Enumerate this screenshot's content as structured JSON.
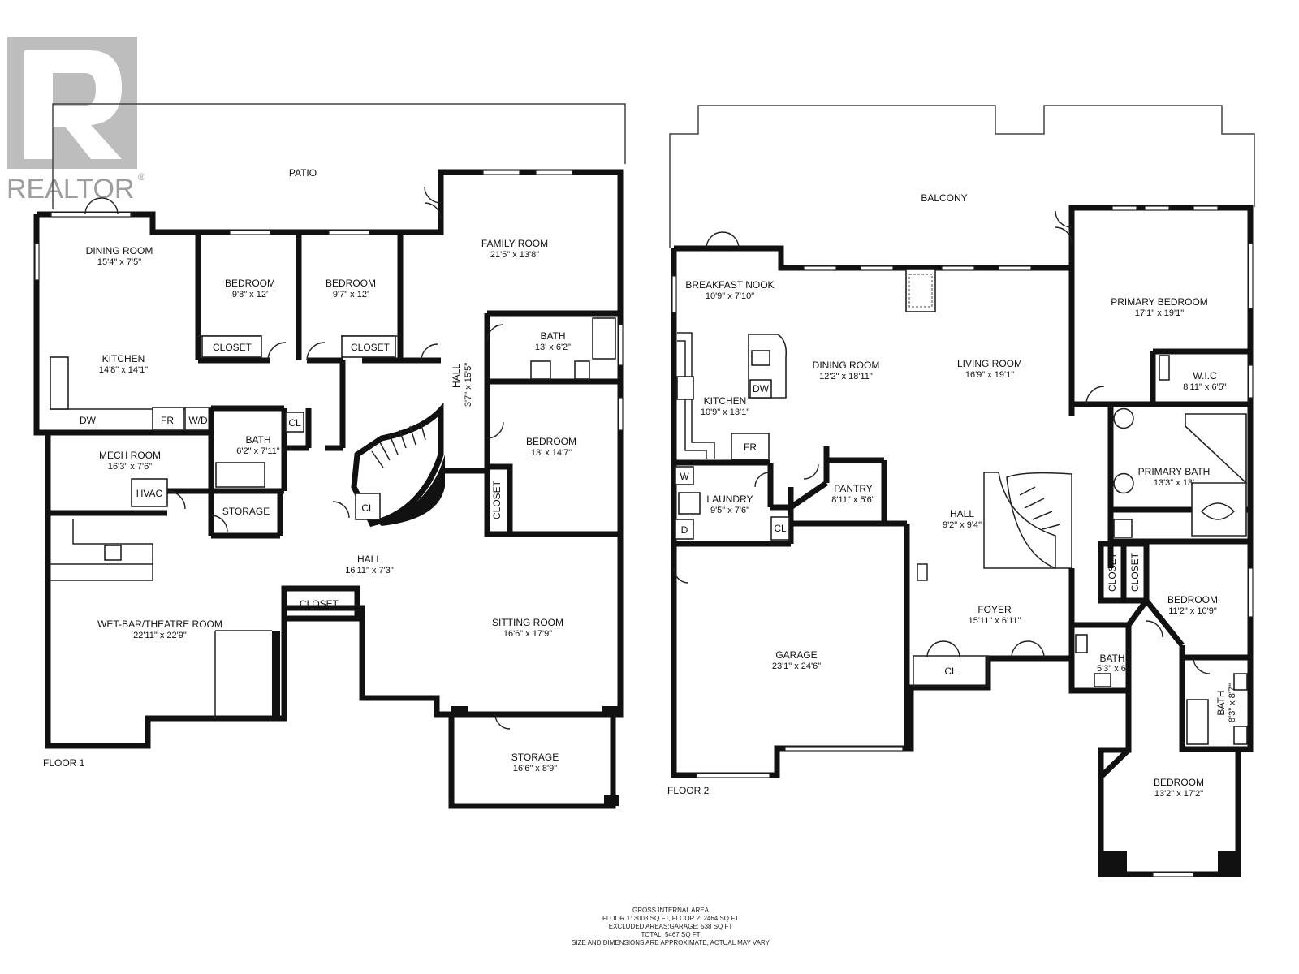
{
  "logo": {
    "text": "REALTOR",
    "reg": "®"
  },
  "floor1": {
    "label": "FLOOR 1",
    "patio": "PATIO",
    "rooms": [
      {
        "key": "dining",
        "name": "DINING ROOM",
        "dim": "15'4\" x 7'5\""
      },
      {
        "key": "bed1",
        "name": "BEDROOM",
        "dim": "9'8\" x 12'"
      },
      {
        "key": "bed2",
        "name": "BEDROOM",
        "dim": "9'7\" x 12'"
      },
      {
        "key": "family",
        "name": "FAMILY ROOM",
        "dim": "21'5\" x 13'8\""
      },
      {
        "key": "kitchen",
        "name": "KITCHEN",
        "dim": "14'8\" x 14'1\""
      },
      {
        "key": "bathA",
        "name": "BATH",
        "dim": "13' x 6'2\""
      },
      {
        "key": "hallv",
        "name": "HALL",
        "dim": "3'7\" x 15'5\""
      },
      {
        "key": "bath2",
        "name": "BATH",
        "dim": "6'2\" x 7'11\""
      },
      {
        "key": "bed3",
        "name": "BEDROOM",
        "dim": "13' x 14'7\""
      },
      {
        "key": "mech",
        "name": "MECH ROOM",
        "dim": "16'3\" x 7'6\""
      },
      {
        "key": "hall",
        "name": "HALL",
        "dim": "16'11\" x 7'3\""
      },
      {
        "key": "wetbar",
        "name": "WET-BAR/THEATRE ROOM",
        "dim": "22'11\" x 22'9\""
      },
      {
        "key": "sitting",
        "name": "SITTING ROOM",
        "dim": "16'6\" x 17'9\""
      },
      {
        "key": "storage2",
        "name": "STORAGE",
        "dim": "16'6\" x 8'9\""
      }
    ],
    "labels": {
      "closet1": "CLOSET",
      "closet2": "CLOSET",
      "closet3": "CLOSET",
      "closet4": "CLOSET",
      "cl1": "CL",
      "cl2": "CL",
      "dw": "DW",
      "fr": "FR",
      "wd": "W/D",
      "hvac": "HVAC",
      "storage": "STORAGE"
    }
  },
  "floor2": {
    "label": "FLOOR 2",
    "balcony": "BALCONY",
    "rooms": [
      {
        "key": "nook",
        "name": "BREAKFAST NOOK",
        "dim": "10'9\" x 7'10\""
      },
      {
        "key": "dining",
        "name": "DINING ROOM",
        "dim": "12'2\" x 18'11\""
      },
      {
        "key": "living",
        "name": "LIVING ROOM",
        "dim": "16'9\" x 19'1\""
      },
      {
        "key": "primary",
        "name": "PRIMARY BEDROOM",
        "dim": "17'1\" x 19'1\""
      },
      {
        "key": "kitchen",
        "name": "KITCHEN",
        "dim": "10'9\" x 13'1\""
      },
      {
        "key": "wic",
        "name": "W.I.C",
        "dim": "8'11\" x 6'5\""
      },
      {
        "key": "pbath",
        "name": "PRIMARY BATH",
        "dim": "13'3\" x 13'"
      },
      {
        "key": "laundry",
        "name": "LAUNDRY",
        "dim": "9'5\" x 7'6\""
      },
      {
        "key": "pantry",
        "name": "PANTRY",
        "dim": "8'11\" x 5'6\""
      },
      {
        "key": "hall",
        "name": "HALL",
        "dim": "9'2\" x 9'4\""
      },
      {
        "key": "bed1",
        "name": "BEDROOM",
        "dim": "11'2\" x 10'9\""
      },
      {
        "key": "foyer",
        "name": "FOYER",
        "dim": "15'11\" x 6'11\""
      },
      {
        "key": "garage",
        "name": "GARAGE",
        "dim": "23'1\" x 24'6\""
      },
      {
        "key": "bath1",
        "name": "BATH",
        "dim": "5'3\" x 6'"
      },
      {
        "key": "bath2",
        "name": "BATH",
        "dim": "8'3\" x 8'7\""
      },
      {
        "key": "bed2",
        "name": "BEDROOM",
        "dim": "13'2\" x 17'2\""
      }
    ],
    "labels": {
      "dw": "DW",
      "fr": "FR",
      "w": "W",
      "d": "D",
      "cl1": "CL",
      "cl2": "CL",
      "closet1": "CLOSET",
      "closet2": "CLOSET"
    }
  },
  "area_summary": [
    "GROSS INTERNAL AREA",
    "FLOOR 1: 3003 SQ FT, FLOOR 2: 2464 SQ FT",
    "EXCLUDED AREAS:GARAGE: 538 SQ FT",
    "TOTAL: 5467 SQ FT",
    "SIZE AND DIMENSIONS ARE APPROXIMATE, ACTUAL MAY VARY"
  ]
}
